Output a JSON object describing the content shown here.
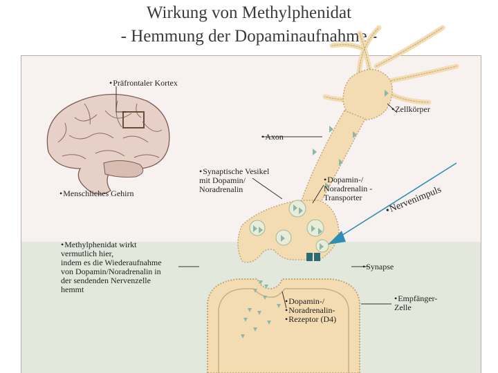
{
  "title": {
    "line1": "Wirkung von Methylphenidat",
    "line2": "- Hemmung der Dopaminaufnahme -"
  },
  "labels": {
    "cortex": "Präfrontaler Kortex",
    "cell_body": "Zellkörper",
    "axon": "Axon",
    "brain": "Menschliches Gehirn",
    "vesicle_line1": "Synaptische Vesikel",
    "vesicle_line2": "mit Dopamin/",
    "vesicle_line3": "Noradrenalin",
    "transporter_line1": "Dopamin-/",
    "transporter_line2": "Noradrenalin -",
    "transporter_line3": "Transporter",
    "nerve_impulse": "Nervenimpuls",
    "methyl_line1": "Methylphenidat wirkt",
    "methyl_line2": "vermutlich hier,",
    "methyl_line3": "indem es die Wiederaufnahme",
    "methyl_line4": "von Dopamin/Noradrenalin in",
    "methyl_line5": "der sendenden Nervenzelle",
    "methyl_line6": "hemmt",
    "synapse": "Synapse",
    "receptor_line1": "Dopamin-/",
    "receptor_line2": "Noradrenalin-",
    "receptor_line3": "Rezeptor (D4)",
    "receiver_line1": "Empfänger-",
    "receiver_line2": "Zelle"
  },
  "colors": {
    "neuron_fill": "#f3dcb1",
    "neuron_stroke": "#c4a579",
    "vesicle_fill": "#e8edd9",
    "triangle_fill": "#8fb7a9",
    "arrow": "#2e8fb5",
    "transporter": "#2d6b74",
    "panel_bg": "#f7f1ef",
    "band_bg": "#e2e8dc"
  }
}
